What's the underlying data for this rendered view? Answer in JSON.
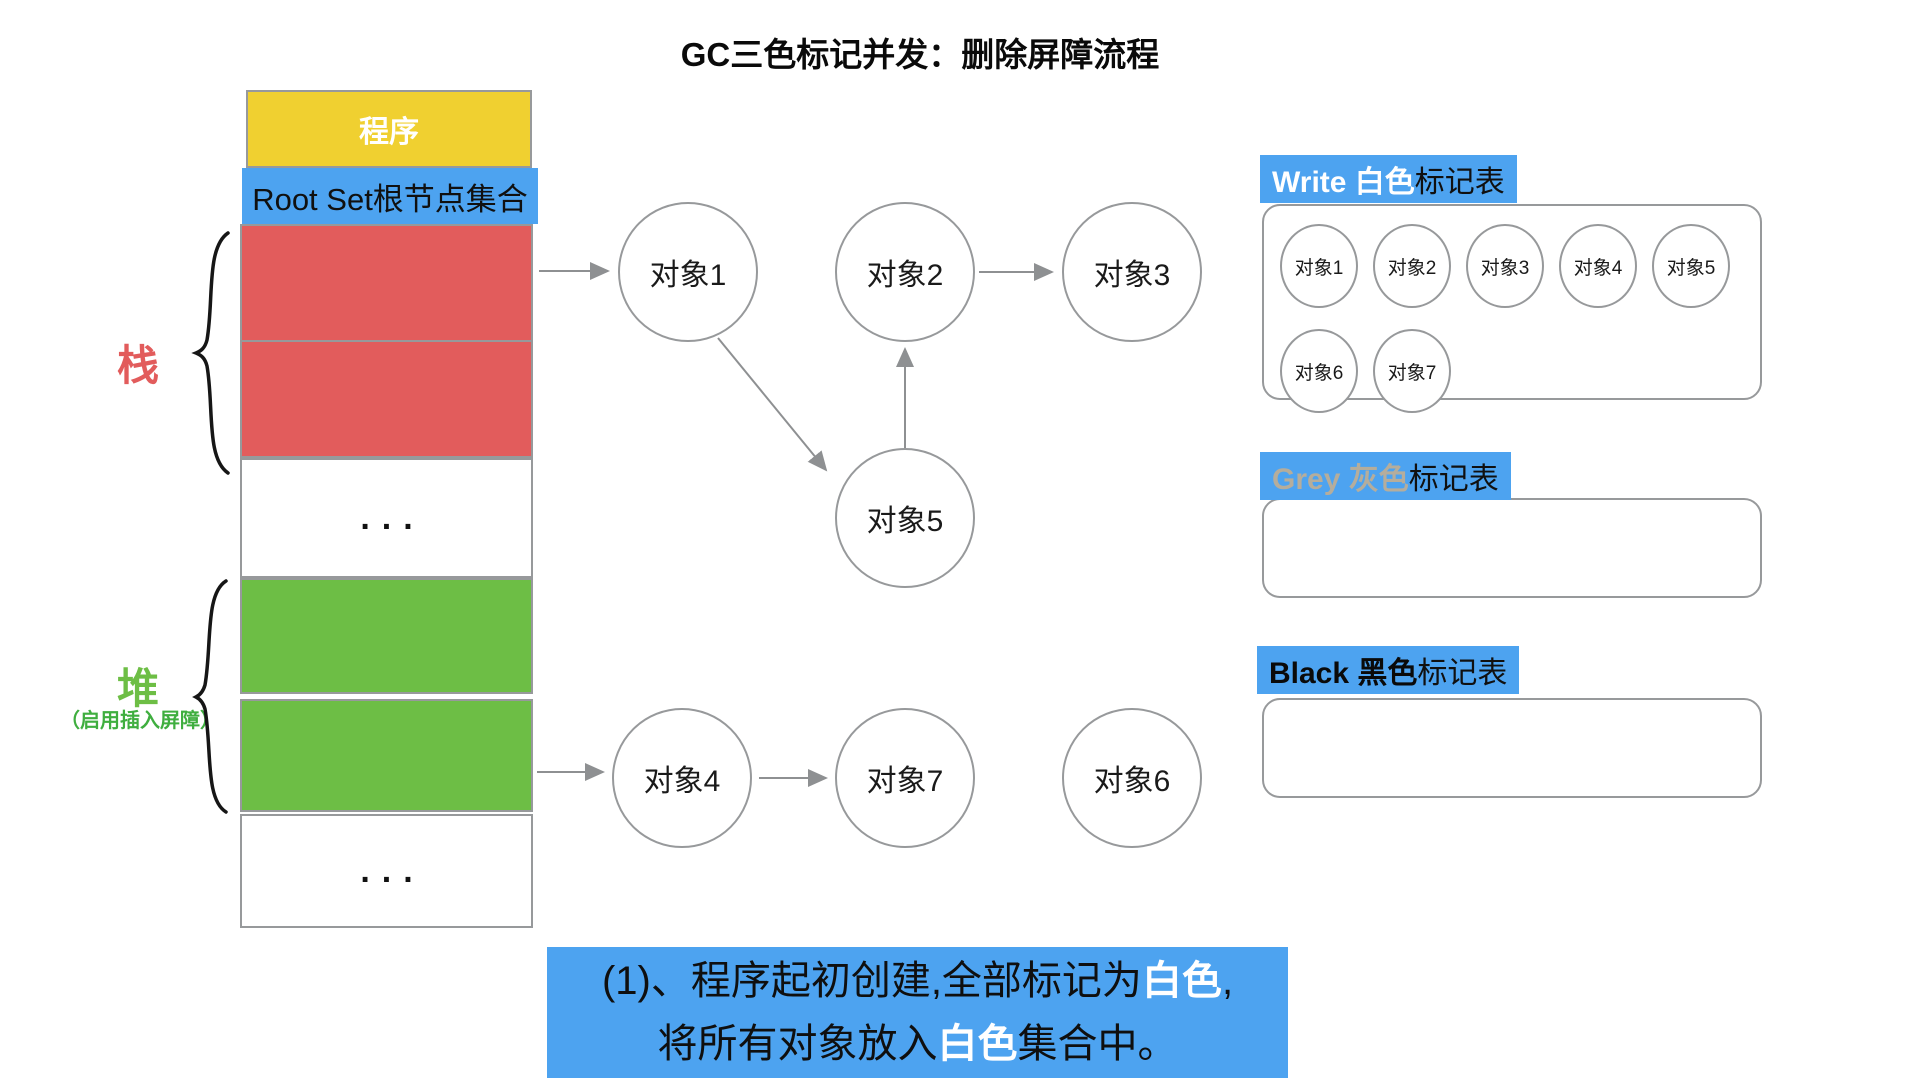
{
  "title": "GC三色标记并发：删除屏障流程",
  "memory": {
    "program": "程序",
    "root_set": "Root Set根节点集合",
    "stack_label": "栈",
    "heap_label": "堆",
    "heap_note": "（启用插入屏障）",
    "ellipsis_top": "...",
    "ellipsis_bottom": "..."
  },
  "graph": {
    "nodes": [
      {
        "id": "obj1",
        "label": "对象1"
      },
      {
        "id": "obj2",
        "label": "对象2"
      },
      {
        "id": "obj3",
        "label": "对象3"
      },
      {
        "id": "obj5",
        "label": "对象5"
      },
      {
        "id": "obj4",
        "label": "对象4"
      },
      {
        "id": "obj7",
        "label": "对象7"
      },
      {
        "id": "obj6",
        "label": "对象6"
      }
    ],
    "edges": [
      "stack→对象1",
      "对象1→对象5",
      "对象5→对象2",
      "对象2→对象3",
      "heap→对象4",
      "对象4→对象7"
    ]
  },
  "tables": [
    {
      "id": "white",
      "title_en": "Write 白色",
      "title_cn": "标记表",
      "items": [
        "对象1",
        "对象2",
        "对象3",
        "对象4",
        "对象5",
        "对象6",
        "对象7"
      ]
    },
    {
      "id": "grey",
      "title_en": "Grey 灰色",
      "title_cn": "标记表",
      "items": []
    },
    {
      "id": "black",
      "title_en": "Black 黑色",
      "title_cn": "标记表",
      "items": []
    }
  ],
  "caption": {
    "line1_pre": "(1)、程序起初创建,全部标记为",
    "line1_hl": "白色",
    "line1_post": ",",
    "line2_pre": "将所有对象放入",
    "line2_hl": "白色",
    "line2_post": "集合中。"
  },
  "colors": {
    "accent_blue": "#4da3f0",
    "stack_red": "#e25c5c",
    "heap_green": "#6dbe45",
    "program_yellow": "#f0d030",
    "grey_label_text": "#b5ad9c",
    "border_grey": "#97999b",
    "arrow_grey": "#8e9092"
  }
}
